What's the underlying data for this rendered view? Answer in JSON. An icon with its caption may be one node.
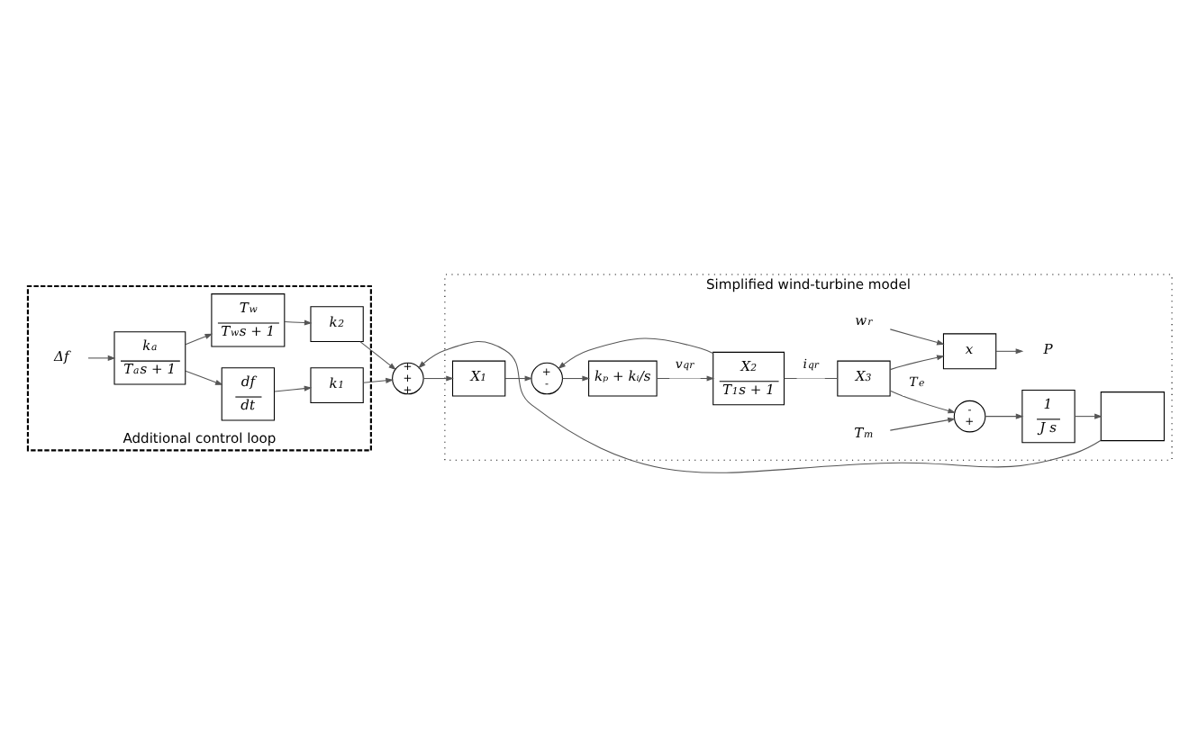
{
  "diagram": {
    "nodes": [
      {
        "text": [
          "Simplified wind-turbine model"
        ]
      },
      {
        "text": [
          "Additional control loop"
        ]
      },
      {
        "text": [
          "+",
          "+",
          "+"
        ]
      },
      {
        "text": [
          "X$_{1}$"
        ],
        "in": 0
      },
      {
        "text": [
          "+",
          "-"
        ],
        "in": 0
      },
      {
        "text": [
          "kₚ + kᵢ/s"
        ],
        "in": 0
      },
      {
        "text": [
          "X$_{2}$",
          "T$_{1}$s + 1"
        ],
        "in": 0
      },
      {
        "text": [
          "X$_{3}$"
        ],
        "in": 0
      },
      {
        "text": [
          "x"
        ],
        "in": 0
      },
      {
        "text": [
          "w$_{r}$"
        ],
        "in": 0
      },
      {
        "text": [
          "P"
        ],
        "in": 0
      },
      {
        "text": [
          "-",
          "+"
        ],
        "in": 0
      },
      {
        "text": [
          "T$_{m}$"
        ],
        "in": 0
      },
      {
        "text": [
          "1",
          "J s"
        ],
        "in": 0
      },
      {
        "text": [],
        "shape": "box",
        "in": 0
      },
      {
        "text": [
          "k$_{2}$"
        ],
        "in": 1
      },
      {
        "text": [
          "k$_{1}$"
        ],
        "in": 1
      },
      {
        "text": [
          "T$_{w}$",
          "T$_{w}$s + 1"
        ],
        "in": 1
      },
      {
        "text": [
          "df",
          "dt"
        ],
        "in": 1
      },
      {
        "text": [
          "k$_{a}$",
          "T$_{a}$s + 1"
        ],
        "in": 1
      },
      {
        "text": [
          "Δf"
        ],
        "in": 1
      }
    ],
    "edges": [
      {
        "from": 2,
        "to": 3,
        "arrow": "to"
      },
      {
        "from": 3,
        "to": 4,
        "arrow": "to"
      },
      {
        "from": 4,
        "to": 5,
        "arrow": "to"
      },
      {
        "from": 5,
        "to": 6,
        "arrow": "to",
        "label": "v$_{qr}$"
      },
      {
        "from": 6,
        "to": 7,
        "arrow": "none",
        "label": "i$_{qr}$"
      },
      {
        "from": 6,
        "to": 4,
        "arrow": "to"
      },
      {
        "from": 7,
        "to": 8,
        "arrow": "to"
      },
      {
        "from": 7,
        "to": 11,
        "arrow": "to",
        "label": "T$_{e}$"
      },
      {
        "from": 9,
        "to": 8,
        "arrow": "to"
      },
      {
        "from": 8,
        "to": 10,
        "arrow": "to"
      },
      {
        "from": 12,
        "to": 11,
        "arrow": "to"
      },
      {
        "from": 11,
        "to": 13,
        "arrow": "to"
      },
      {
        "from": 13,
        "to": 14,
        "arrow": "to"
      },
      {
        "from": 14,
        "to": 2,
        "arrow": "to"
      },
      {
        "from": 20,
        "to": 19,
        "arrow": "to"
      },
      {
        "from": 19,
        "to": 17,
        "arrow": "to"
      },
      {
        "from": 19,
        "to": 18,
        "arrow": "to"
      },
      {
        "from": 17,
        "to": 15,
        "arrow": "to"
      },
      {
        "from": 18,
        "to": 16,
        "arrow": "to"
      },
      {
        "from": 15,
        "to": 2,
        "arrow": "to"
      },
      {
        "from": 16,
        "to": 2,
        "arrow": "to"
      }
    ]
  }
}
